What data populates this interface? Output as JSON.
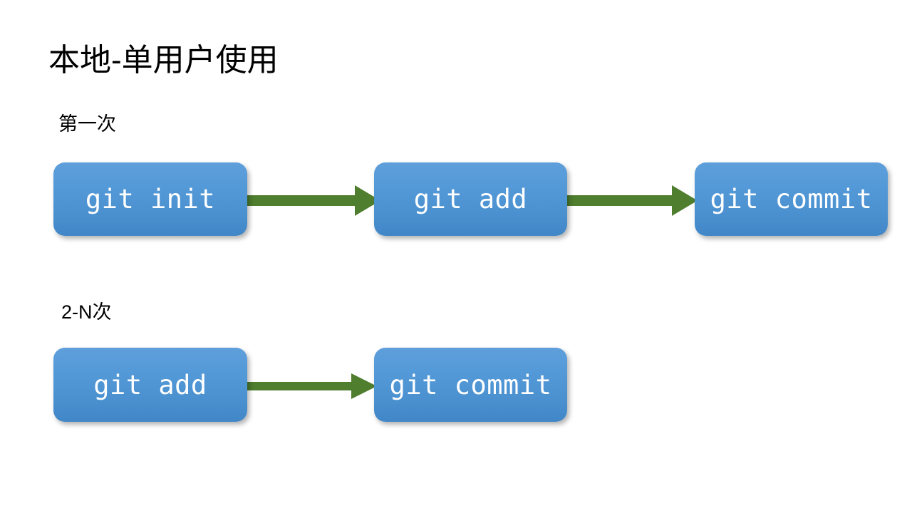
{
  "slide": {
    "title": "本地-单用户使用",
    "background_color": "#ffffff",
    "title_color": "#000000"
  },
  "theme": {
    "box_fill_top": "#5e9fdb",
    "box_fill_bottom": "#4187c8",
    "box_text_color": "#ffffff",
    "arrow_color": "#4f7e2f",
    "shadow_color": "rgba(0,0,0,0.30)"
  },
  "sections": [
    {
      "label": "第一次",
      "steps": [
        {
          "label": "git init"
        },
        {
          "label": "git add"
        },
        {
          "label": "git commit"
        }
      ],
      "arrows": 2
    },
    {
      "label": "2-N次",
      "steps": [
        {
          "label": "git add"
        },
        {
          "label": "git commit"
        }
      ],
      "arrows": 1
    }
  ],
  "icons": {
    "arrow_right": "arrow-right-icon"
  }
}
